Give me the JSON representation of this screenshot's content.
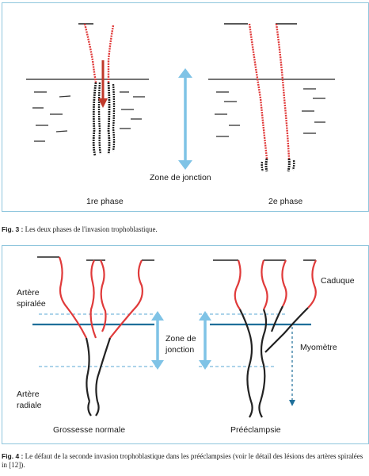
{
  "fig3": {
    "phase1_label": "1re phase",
    "phase2_label": "2e phase",
    "junction_label": "Zone de jonction",
    "caption_num": "Fig. 3 :",
    "caption_text": " Les deux phases de l'invasion trophoblastique."
  },
  "fig4": {
    "artere_spiralee": [
      "Artère",
      "spiralée"
    ],
    "artere_radiale": [
      "Artère",
      "radiale"
    ],
    "zone_jonction": [
      "Zone de",
      "jonction"
    ],
    "caduque": "Caduque",
    "myometre": "Myomètre",
    "grossesse_normale": "Grossesse normale",
    "preeclampsie": "Prééclampsie",
    "caption_num": "Fig. 4 :",
    "caption_text": " Le défaut de la seconde invasion trophoblastique dans les prééclampsies (voir le détail des lésions des artères spiralées in [12])."
  },
  "colors": {
    "frame": "#8fc6dd",
    "artery_red": "#e03a3a",
    "artery_black": "#222222",
    "arrow_blue": "#7fc3e6",
    "junction_line": "#1f6f9a",
    "dashed_blue": "#5aa7d6"
  }
}
